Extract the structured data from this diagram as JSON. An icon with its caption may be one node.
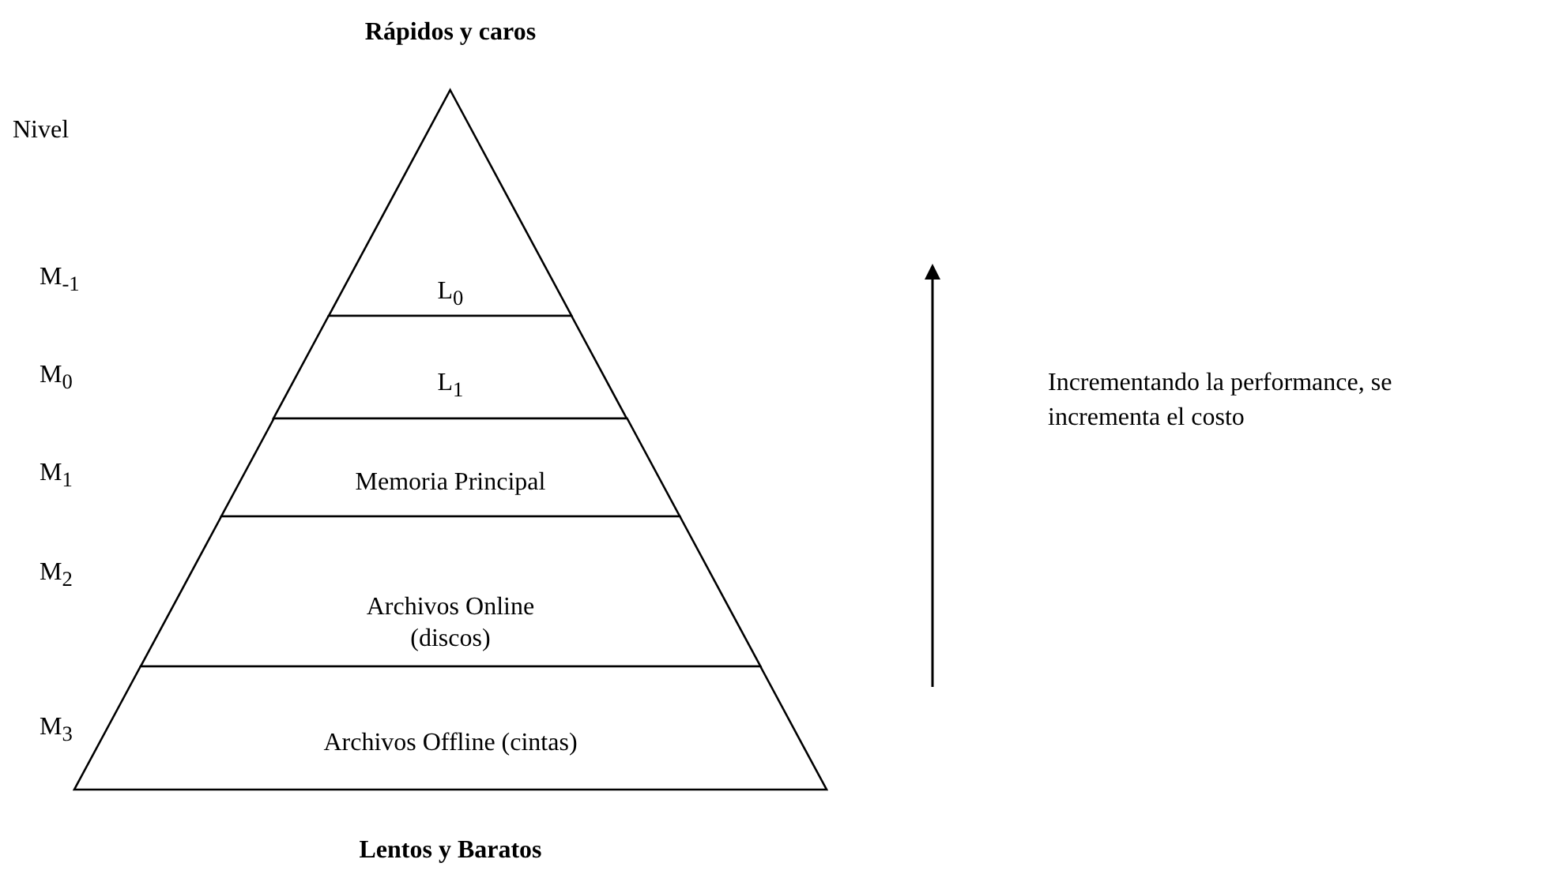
{
  "diagram": {
    "title": "Rápidos y caros",
    "caption": "Lentos y Baratos",
    "nodes": [
      {
        "text": [
          "L$_{0}$"
        ]
      },
      {
        "text": [
          "L$_{1}$"
        ]
      },
      {
        "text": [
          "Memoria Principal"
        ]
      },
      {
        "text": [
          "Archivos Online (discos)"
        ]
      },
      {
        "text": [
          "Archivos Offline (cintas)"
        ]
      }
    ],
    "labels": [
      "Nivel",
      "M$_{-1}$",
      "M$_{0}$",
      "M$_{1}$",
      "M$_{2}$",
      "M$_{3}$",
      "Incrementando la performance, se incrementa el costo"
    ]
  }
}
